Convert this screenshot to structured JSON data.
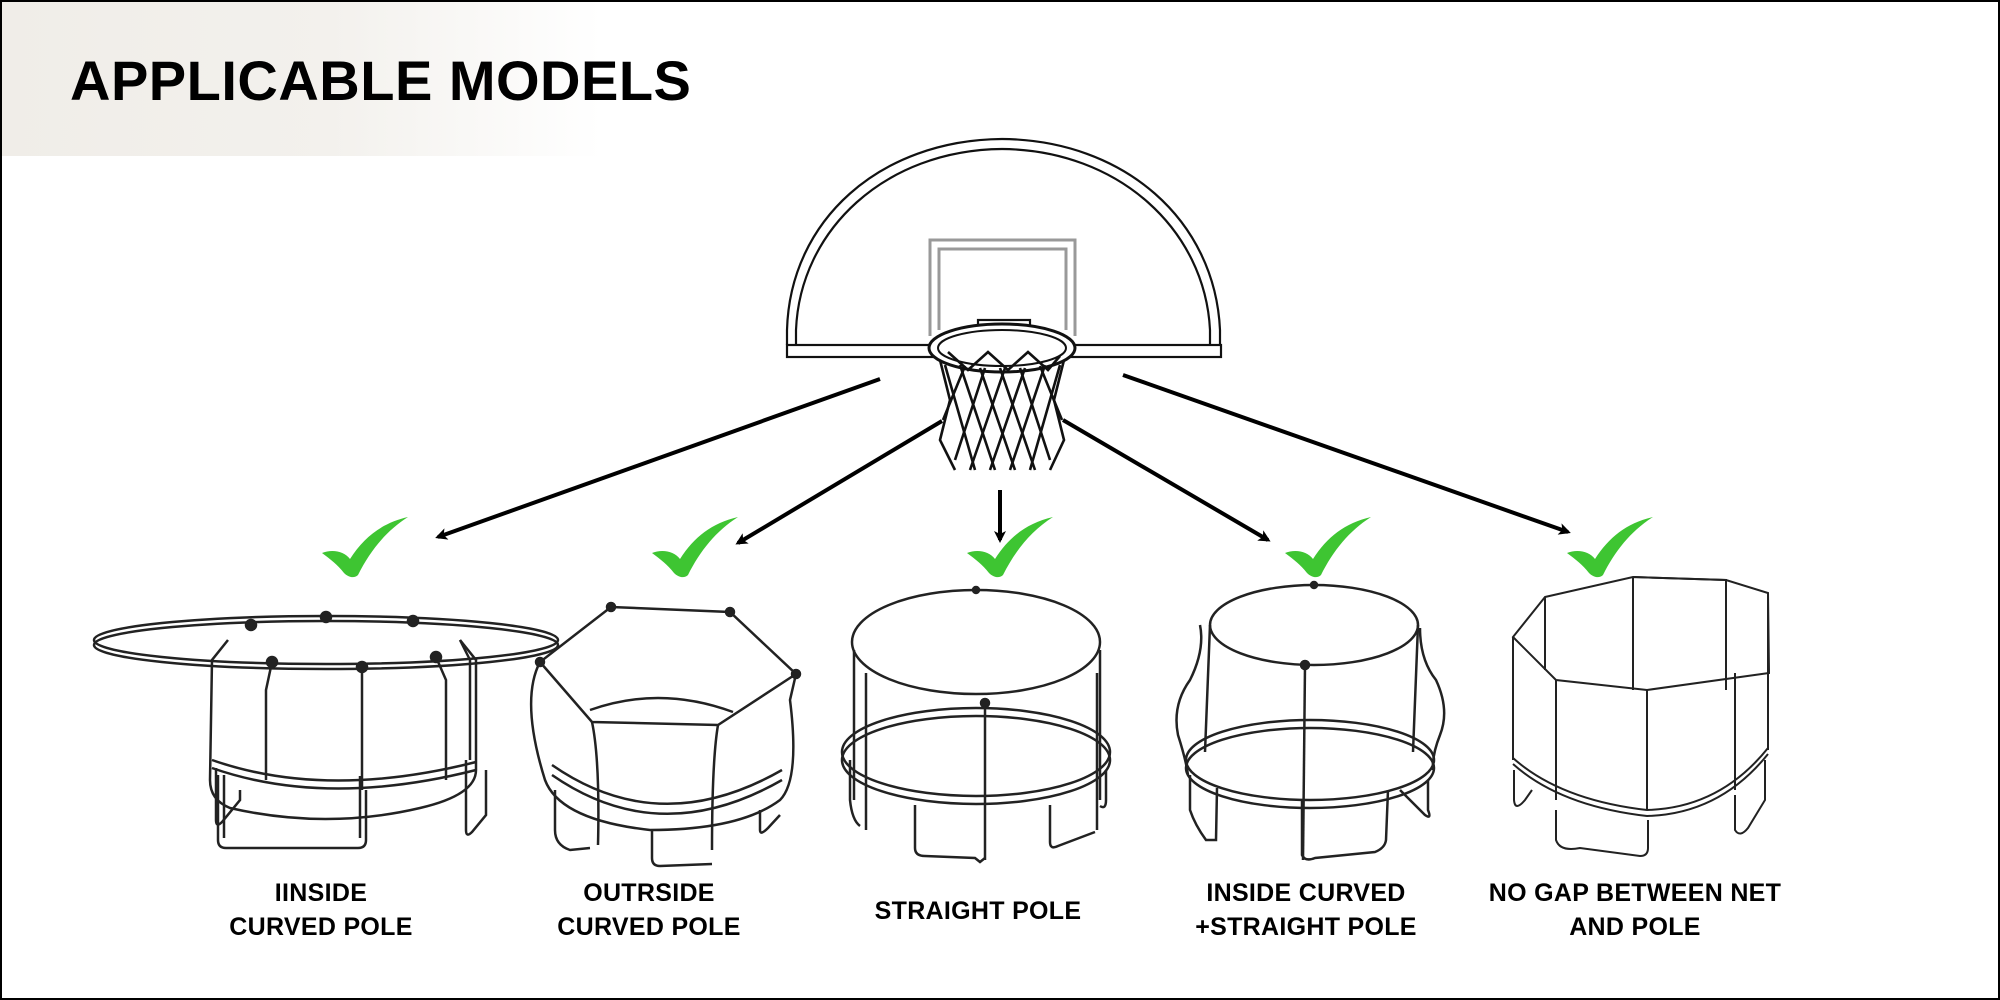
{
  "header": {
    "title": "APPLICABLE MODELS"
  },
  "center_product": {
    "name": "basketball hoop with half-round backboard and net",
    "icon": "basketball-hoop-icon"
  },
  "colors": {
    "check_green": "#3ec532",
    "arrow": "#000000",
    "line_art": "#222222",
    "title_band": "#f0ede8"
  },
  "models": [
    {
      "line1": "IINSIDE",
      "line2": "CURVED POLE",
      "status": "compatible",
      "icon": "checkmark-icon"
    },
    {
      "line1": "OUTRSIDE",
      "line2": "CURVED POLE",
      "status": "compatible",
      "icon": "checkmark-icon"
    },
    {
      "line1": "STRAIGHT POLE",
      "line2": "",
      "status": "compatible",
      "icon": "checkmark-icon"
    },
    {
      "line1": "INSIDE CURVED",
      "line2": "+STRAIGHT POLE",
      "status": "compatible",
      "icon": "checkmark-icon"
    },
    {
      "line1": "NO GAP BETWEEN NET",
      "line2": "AND POLE",
      "status": "compatible",
      "icon": "checkmark-icon"
    }
  ]
}
